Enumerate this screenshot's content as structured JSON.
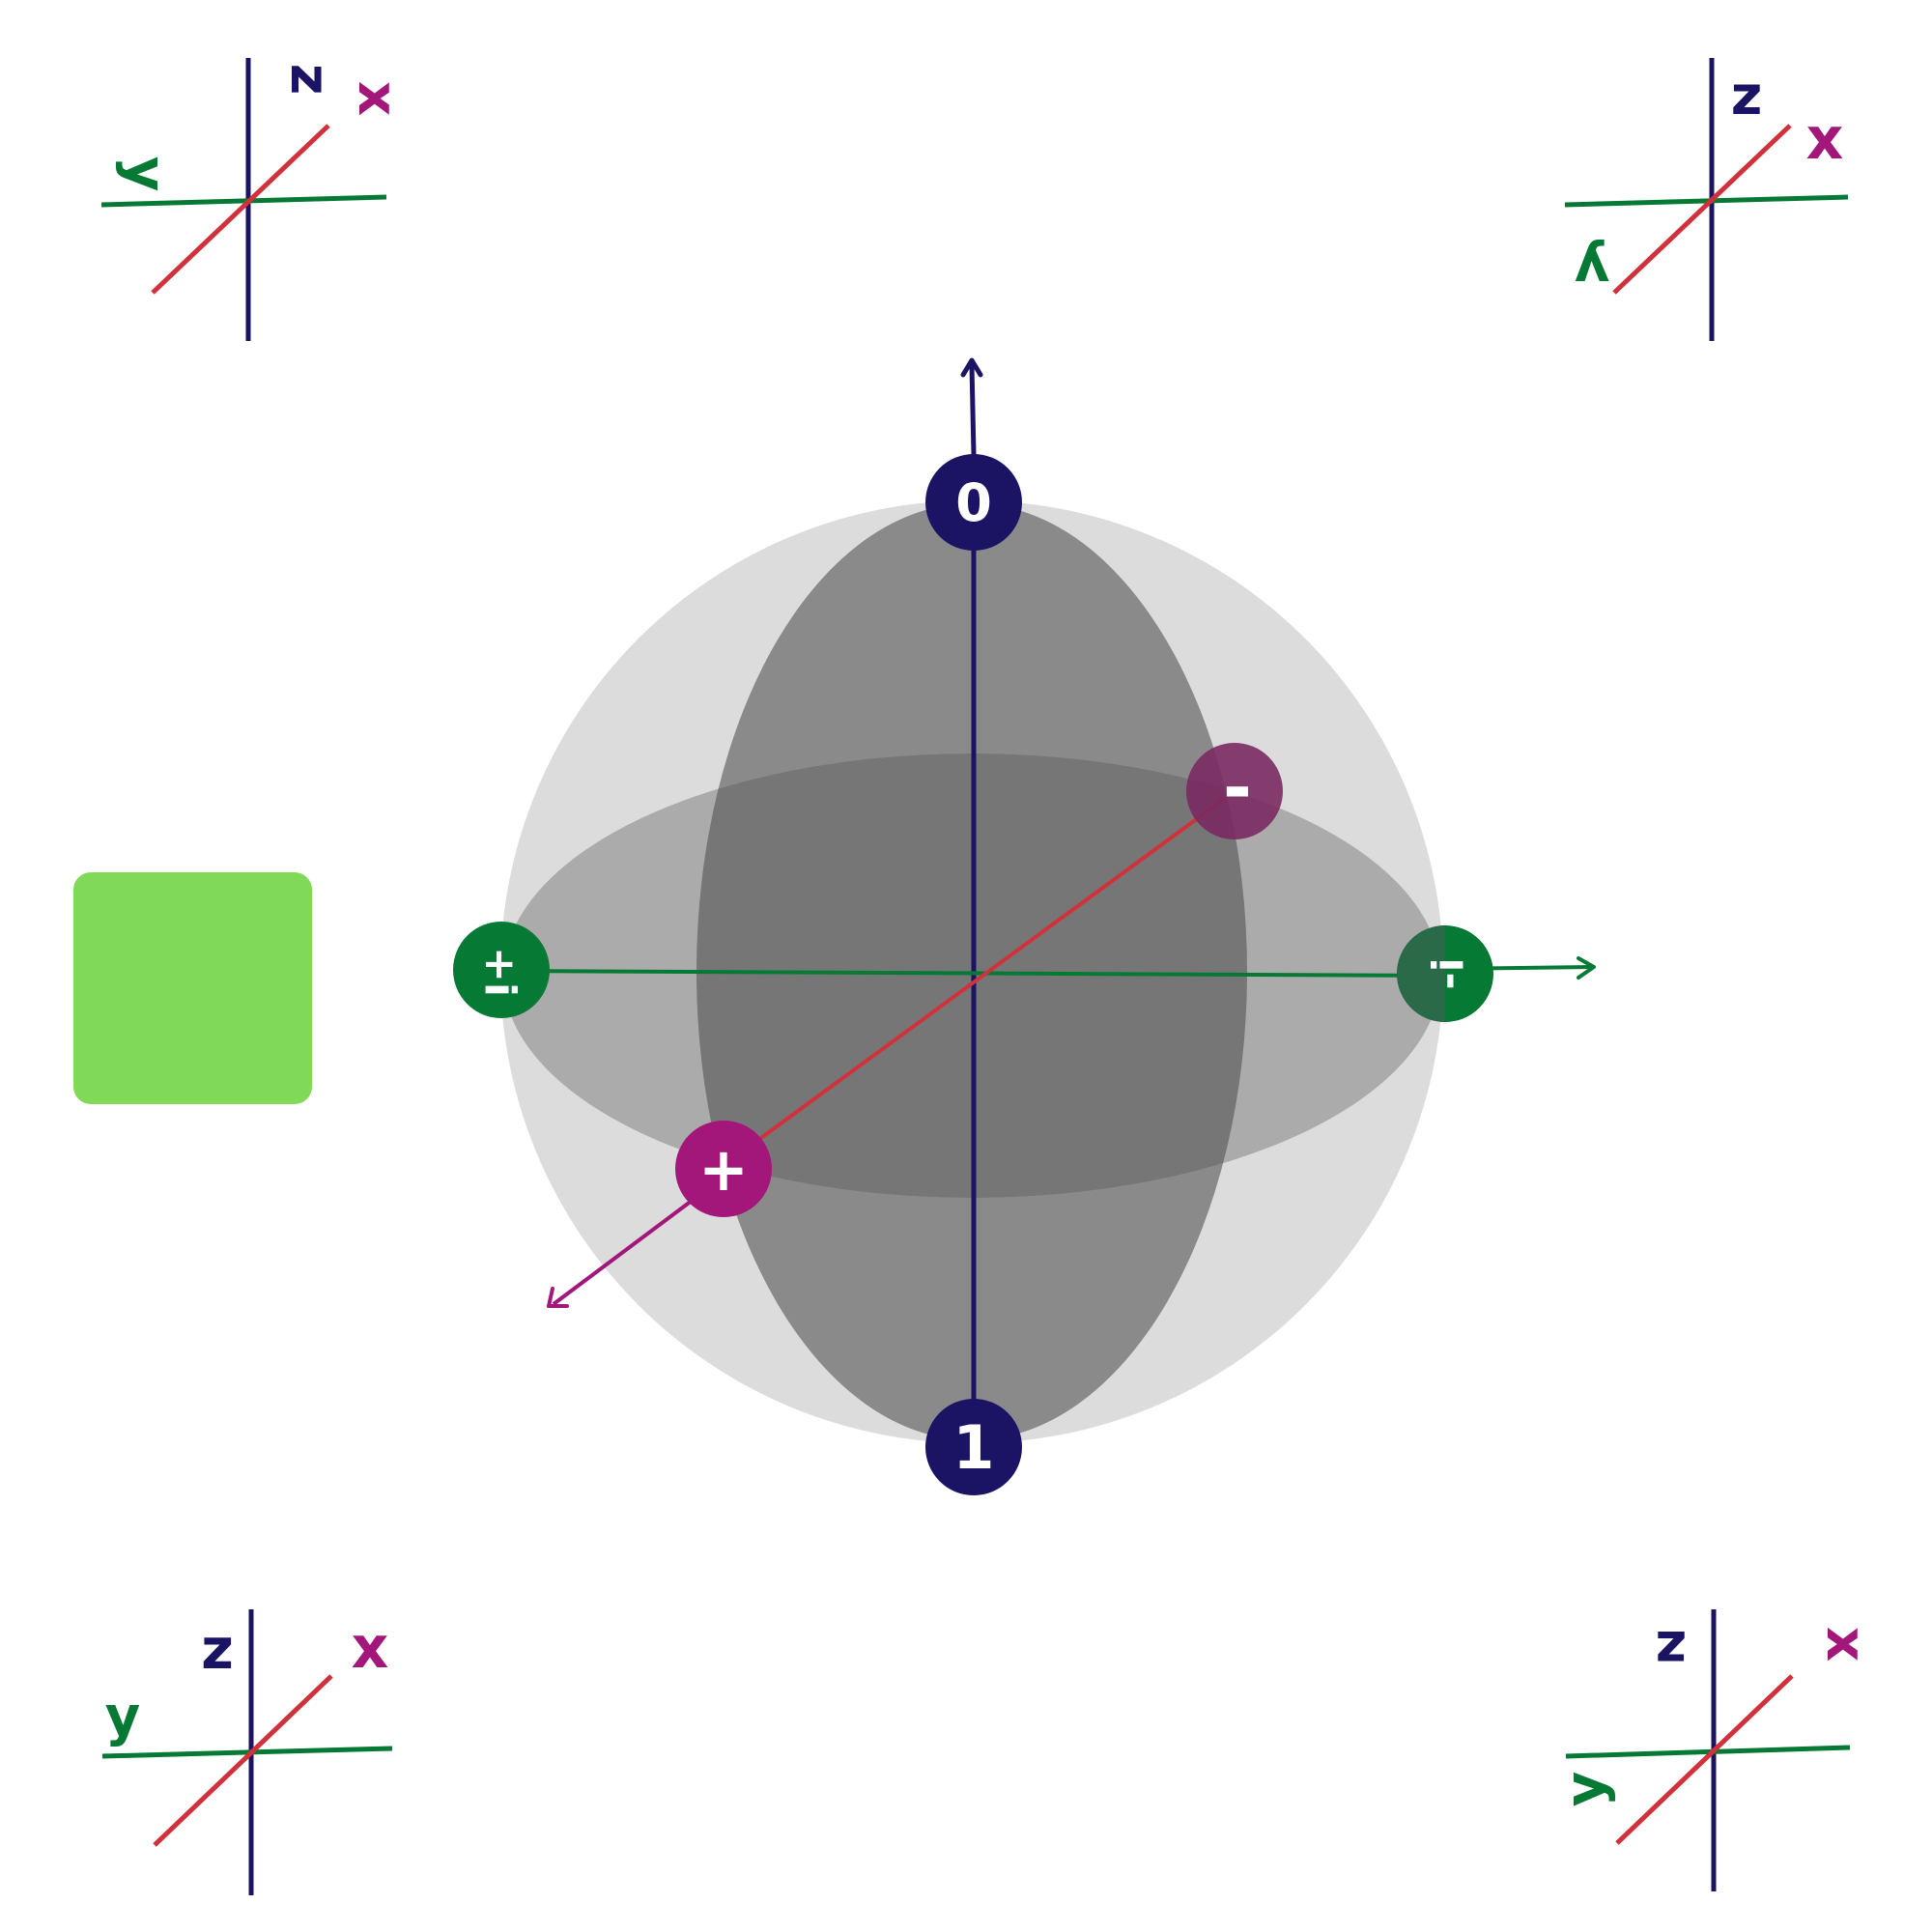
{
  "colors": {
    "z_axis": "#1b1464",
    "x_axis": "#d1313a",
    "x_label": "#a4177a",
    "y_axis": "#067a35",
    "sphere_outer": "#dcdcdc",
    "ellipse_vertical": "#8a8a8a",
    "ellipse_horizontal": "#ababab",
    "overlap": "#767676",
    "green_square": "#80d957",
    "badge_text": "#ffffff"
  },
  "sphere": {
    "states": {
      "zero": "0",
      "one": "1",
      "plus": "+",
      "minus": "-",
      "plus_i": "+i",
      "minus_i": "-i"
    }
  },
  "corner_axes": {
    "top_left": {
      "x": "x",
      "y": "y",
      "z": "z"
    },
    "top_right": {
      "x": "x",
      "y": "y",
      "z": "z"
    },
    "bottom_left": {
      "x": "x",
      "y": "y",
      "z": "z"
    },
    "bottom_right": {
      "x": "x",
      "y": "y",
      "z": "z"
    }
  }
}
